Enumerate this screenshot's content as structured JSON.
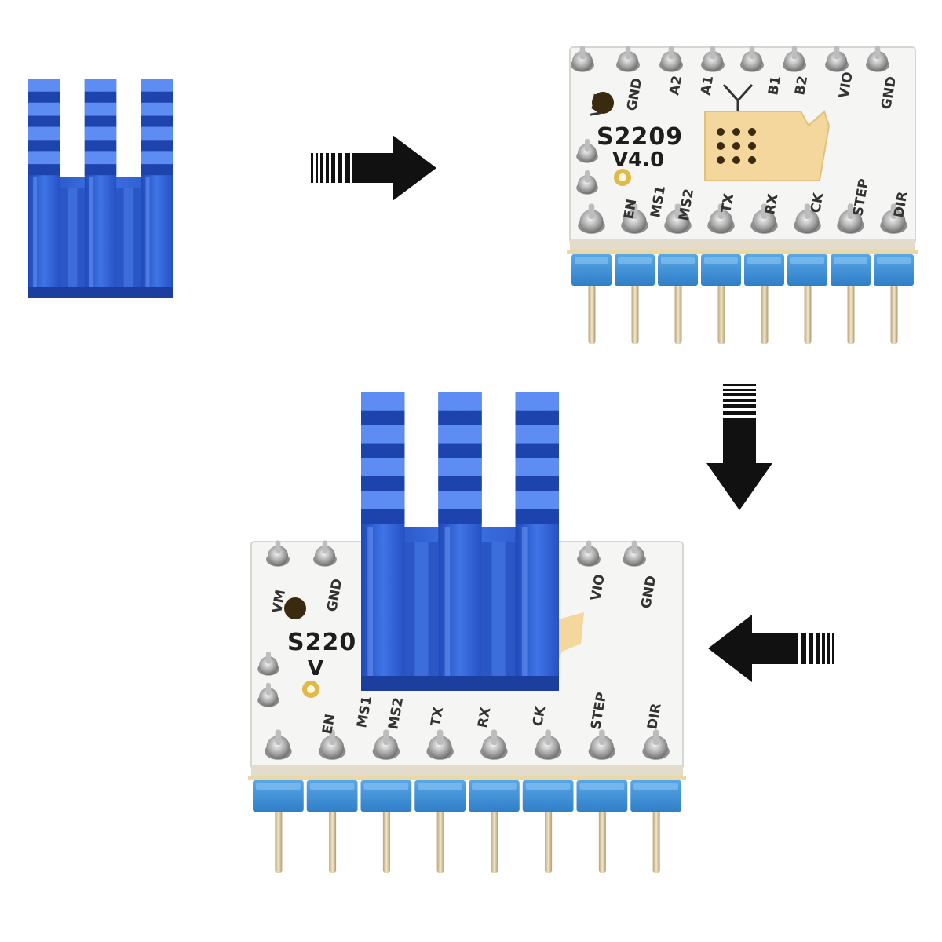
{
  "board": {
    "model": "S2209",
    "version": "V4.0",
    "top_labels": [
      "VM",
      "GND",
      "A2",
      "A1",
      "B1",
      "B2",
      "VIO",
      "GND"
    ],
    "bottom_labels": [
      "EN",
      "MS1",
      "MS2",
      "TX",
      "RX",
      "CK",
      "STEP",
      "DIR"
    ]
  },
  "assembled_board": {
    "model": "S220",
    "version": "V",
    "top_labels": [
      "VM",
      "GND",
      "VIO",
      "GND"
    ],
    "bottom_labels": [
      "EN",
      "MS1",
      "MS2",
      "TX",
      "RX",
      "CK",
      "STEP",
      "DIR"
    ]
  },
  "colors": {
    "heatsink_blue": "#2f5fd0",
    "pcb_white": "#f4f4f2",
    "header_blue": "#3a8fd6",
    "pin_gold": "#d9c9a3",
    "arrow_black": "#111111"
  },
  "icons": [
    "heatsink",
    "stepper-driver-board",
    "arrow-right",
    "arrow-down",
    "arrow-left"
  ]
}
